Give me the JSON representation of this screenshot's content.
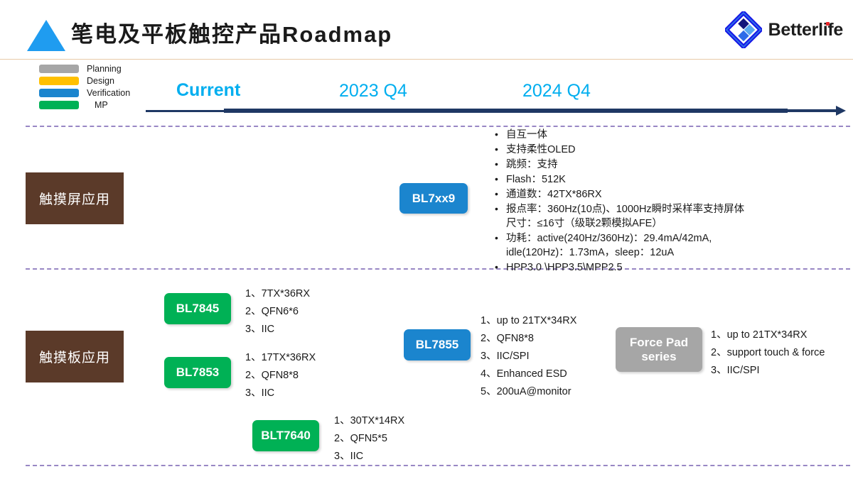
{
  "header": {
    "title": "笔电及平板触控产品Roadmap",
    "triangle_icon": "triangle-up-icon",
    "logo_text": "Betterlife",
    "logo_icon": "betterlife-diamond-logo"
  },
  "legend": {
    "items": [
      {
        "label": "Planning",
        "color": "#A6A6A6"
      },
      {
        "label": "Design",
        "color": "#FFC000"
      },
      {
        "label": "Verification",
        "color": "#1B85CE"
      },
      {
        "label": "MP",
        "color": "#00B155"
      }
    ]
  },
  "timeline": {
    "labels": [
      "Current",
      "2023 Q4",
      "2024 Q4"
    ],
    "color": "#00AEEF",
    "axis_color": "#1F3864"
  },
  "rows": [
    {
      "category": "触摸屏应用",
      "chip": {
        "name": "BL7xx9",
        "status": "Verification",
        "color": "#1B85CE"
      },
      "bullets": [
        {
          "text": "自互一体"
        },
        {
          "text": "支持柔性OLED"
        },
        {
          "text": "跳频：支持"
        },
        {
          "text": "Flash：512K"
        },
        {
          "text": "通道数：42TX*86RX"
        },
        {
          "text": "报点率：360Hz(10点)、1000Hz瞬时采样率支持屏体",
          "line2": "尺寸：≤16寸（级联2颗模拟AFE）"
        },
        {
          "text": "功耗：active(240Hz/360Hz)：29.4mA/42mA,",
          "line2": "idle(120Hz)：1.73mA，sleep：12uA"
        },
        {
          "text": "HPP3.0 \\HPP3.5\\MPP2.5"
        }
      ]
    },
    {
      "category": "触摸板应用",
      "products": [
        {
          "chip": {
            "name": "BL7845",
            "status": "MP",
            "color": "#00B155"
          },
          "specs": [
            "1、7TX*36RX",
            "2、QFN6*6",
            "3、IIC"
          ]
        },
        {
          "chip": {
            "name": "BL7853",
            "status": "MP",
            "color": "#00B155"
          },
          "specs": [
            "1、17TX*36RX",
            "2、QFN8*8",
            "3、IIC"
          ]
        },
        {
          "chip": {
            "name": "BLT7640",
            "status": "MP",
            "color": "#00B155"
          },
          "specs": [
            "1、30TX*14RX",
            "2、QFN5*5",
            "3、IIC"
          ]
        },
        {
          "chip": {
            "name": "BL7855",
            "status": "Verification",
            "color": "#1B85CE"
          },
          "specs": [
            "1、up to 21TX*34RX",
            "2、QFN8*8",
            "3、IIC/SPI",
            "4、Enhanced ESD",
            "5、200uA@monitor"
          ]
        },
        {
          "chip": {
            "name": "Force Pad series",
            "name_line1": "Force Pad",
            "name_line2": "series",
            "status": "Planning",
            "color": "#A6A6A6"
          },
          "specs": [
            "1、up to 21TX*34RX",
            "2、support touch & force",
            "3、IIC/SPI"
          ]
        }
      ]
    }
  ]
}
